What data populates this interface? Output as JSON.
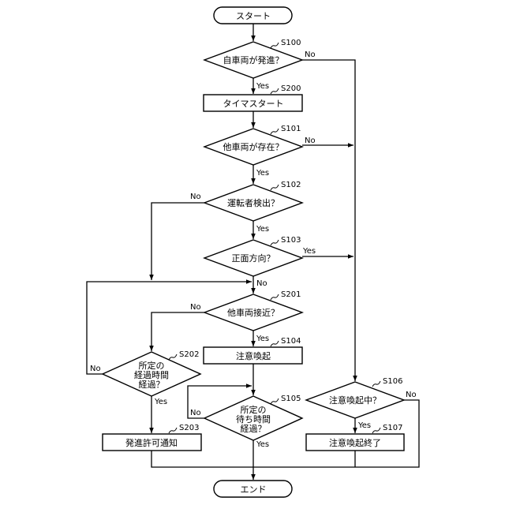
{
  "nodes": {
    "start": {
      "text": "スタート"
    },
    "s100": {
      "step": "S100",
      "text": "自車両が発進？"
    },
    "s200": {
      "step": "S200",
      "text": "タイマスタート"
    },
    "s101": {
      "step": "S101",
      "text": "他車両が存在？"
    },
    "s102": {
      "step": "S102",
      "text": "運転者検出？"
    },
    "s103": {
      "step": "S103",
      "text": "正面方向？"
    },
    "s201": {
      "step": "S201",
      "text": "他車両接近？"
    },
    "s104": {
      "step": "S104",
      "text": "注意喚起"
    },
    "s202": {
      "step": "S202",
      "line1": "所定の",
      "line2": "経過時間",
      "line3": "経過？"
    },
    "s105": {
      "step": "S105",
      "line1": "所定の",
      "line2": "待ち時間",
      "line3": "経過？"
    },
    "s106": {
      "step": "S106",
      "text": "注意喚起中？"
    },
    "s203": {
      "step": "S203",
      "text": "発進許可通知"
    },
    "s107": {
      "step": "S107",
      "text": "注意喚起終了"
    },
    "end": {
      "text": "エンド"
    }
  },
  "branches": {
    "yes": "Yes",
    "no": "No"
  }
}
